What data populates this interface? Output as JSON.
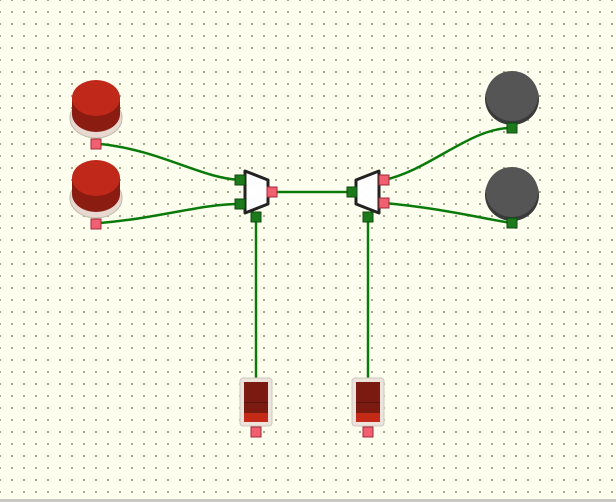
{
  "circuit": {
    "inputs": [
      {
        "id": "input-button-1",
        "state": "on",
        "color": "#c0281a"
      },
      {
        "id": "input-button-2",
        "state": "on",
        "color": "#c0281a"
      }
    ],
    "multiplexer": {
      "id": "mux",
      "type": "mux-2-to-1"
    },
    "demultiplexer": {
      "id": "demux",
      "type": "demux-1-to-2"
    },
    "select_switches": [
      {
        "id": "select-switch-mux",
        "state": "off"
      },
      {
        "id": "select-switch-demux",
        "state": "off"
      }
    ],
    "outputs": [
      {
        "id": "output-led-1",
        "state": "off",
        "color": "#555555"
      },
      {
        "id": "output-led-2",
        "state": "off",
        "color": "#555555"
      }
    ],
    "colors": {
      "wire": "#0a7a0a",
      "background": "#fffff0",
      "grid_dot": "#8a8a6a",
      "port_input": "#1c7a1c",
      "port_output": "#f06070",
      "button_red": "#c0281a",
      "led_off": "#555555"
    }
  }
}
